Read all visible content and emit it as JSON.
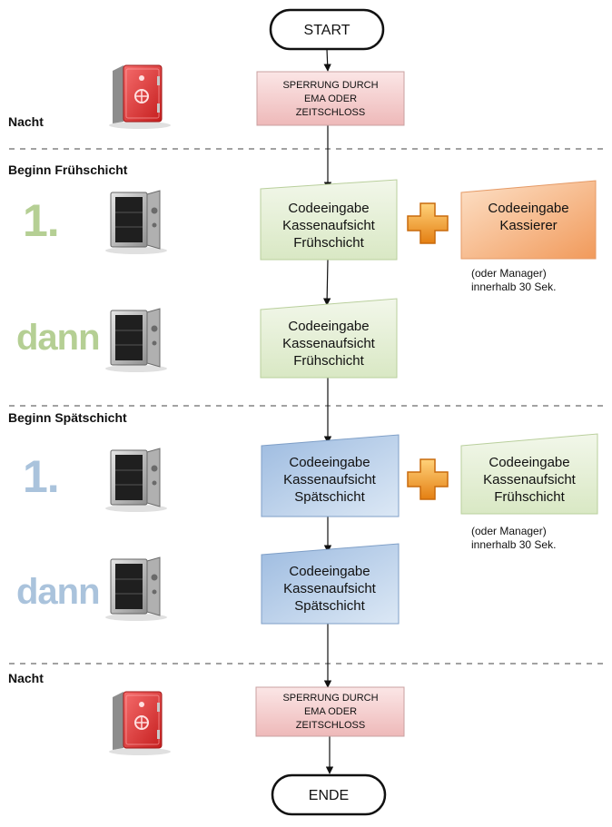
{
  "flow": {
    "start": "START",
    "end": "ENDE",
    "lock_top": [
      "SPERRUNG DURCH",
      "EMA ODER",
      "ZEITSCHLOSS"
    ],
    "lock_bottom": [
      "SPERRUNG DURCH",
      "EMA ODER",
      "ZEITSCHLOSS"
    ]
  },
  "sections": {
    "night_top": "Nacht",
    "early": "Beginn Frühschicht",
    "late": "Beginn Spätschicht",
    "night_bottom": "Nacht"
  },
  "steps": {
    "first": "1.",
    "then": "dann"
  },
  "boxes": {
    "early_1": [
      "Codeeingabe",
      "Kassenaufsicht",
      "Frühschicht"
    ],
    "early_partner": [
      "Codeeingabe",
      "Kassierer"
    ],
    "early_2": [
      "Codeeingabe",
      "Kassenaufsicht",
      "Frühschicht"
    ],
    "late_1": [
      "Codeeingabe",
      "Kassenaufsicht",
      "Spätschicht"
    ],
    "late_partner": [
      "Codeeingabe",
      "Kassenaufsicht",
      "Frühschicht"
    ],
    "late_2": [
      "Codeeingabe",
      "Kassenaufsicht",
      "Spätschicht"
    ]
  },
  "notes": {
    "early": [
      "(oder Manager)",
      "innerhalb 30 Sek."
    ],
    "late": [
      "(oder Manager)",
      "innerhalb 30 Sek."
    ]
  },
  "colors": {
    "green_text": "#b5cf94",
    "blue_text": "#aac3dc",
    "lock_fill": "#f2c4c4",
    "green_fill": "#e4efd4",
    "blue_fill": "#b9cfe6",
    "orange_fill": "#f6b483",
    "plus": "#f0a030",
    "safe_red": "#e63a3a"
  },
  "icons": {
    "safe_locked": "locked-safe-icon",
    "safe_open": "open-safe-icon",
    "plus": "plus-icon"
  }
}
